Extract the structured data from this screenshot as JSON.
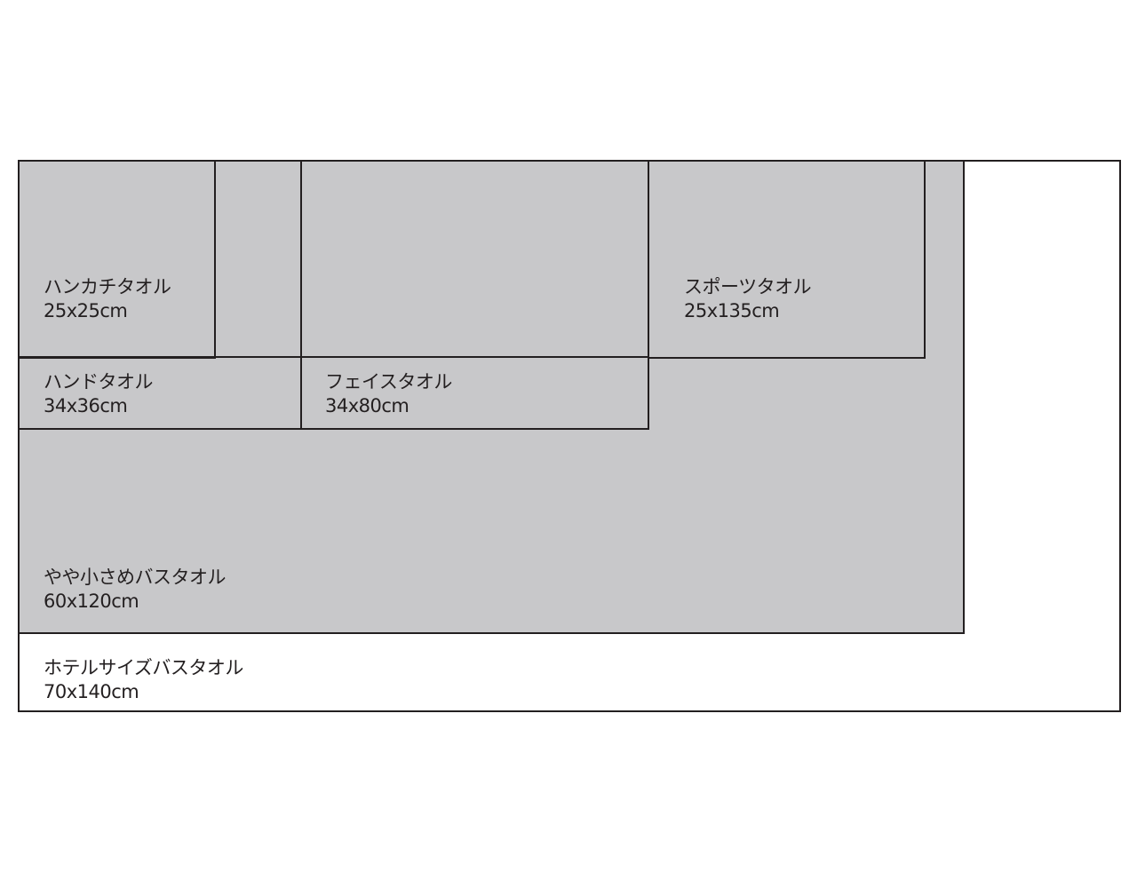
{
  "fill_color": "#c8c8ca",
  "line_color": "#231f20",
  "towels": [
    {
      "name": "ハンカチタオル",
      "size": "25x25cm"
    },
    {
      "name": "ハンドタオル",
      "size": "34x36cm"
    },
    {
      "name": "フェイスタオル",
      "size": "34x80cm"
    },
    {
      "name": "スポーツタオル",
      "size": "25x135cm"
    },
    {
      "name": "やや小さめバスタオル",
      "size": "60x120cm"
    },
    {
      "name": "ホテルサイズバスタオル",
      "size": "70x140cm"
    }
  ]
}
